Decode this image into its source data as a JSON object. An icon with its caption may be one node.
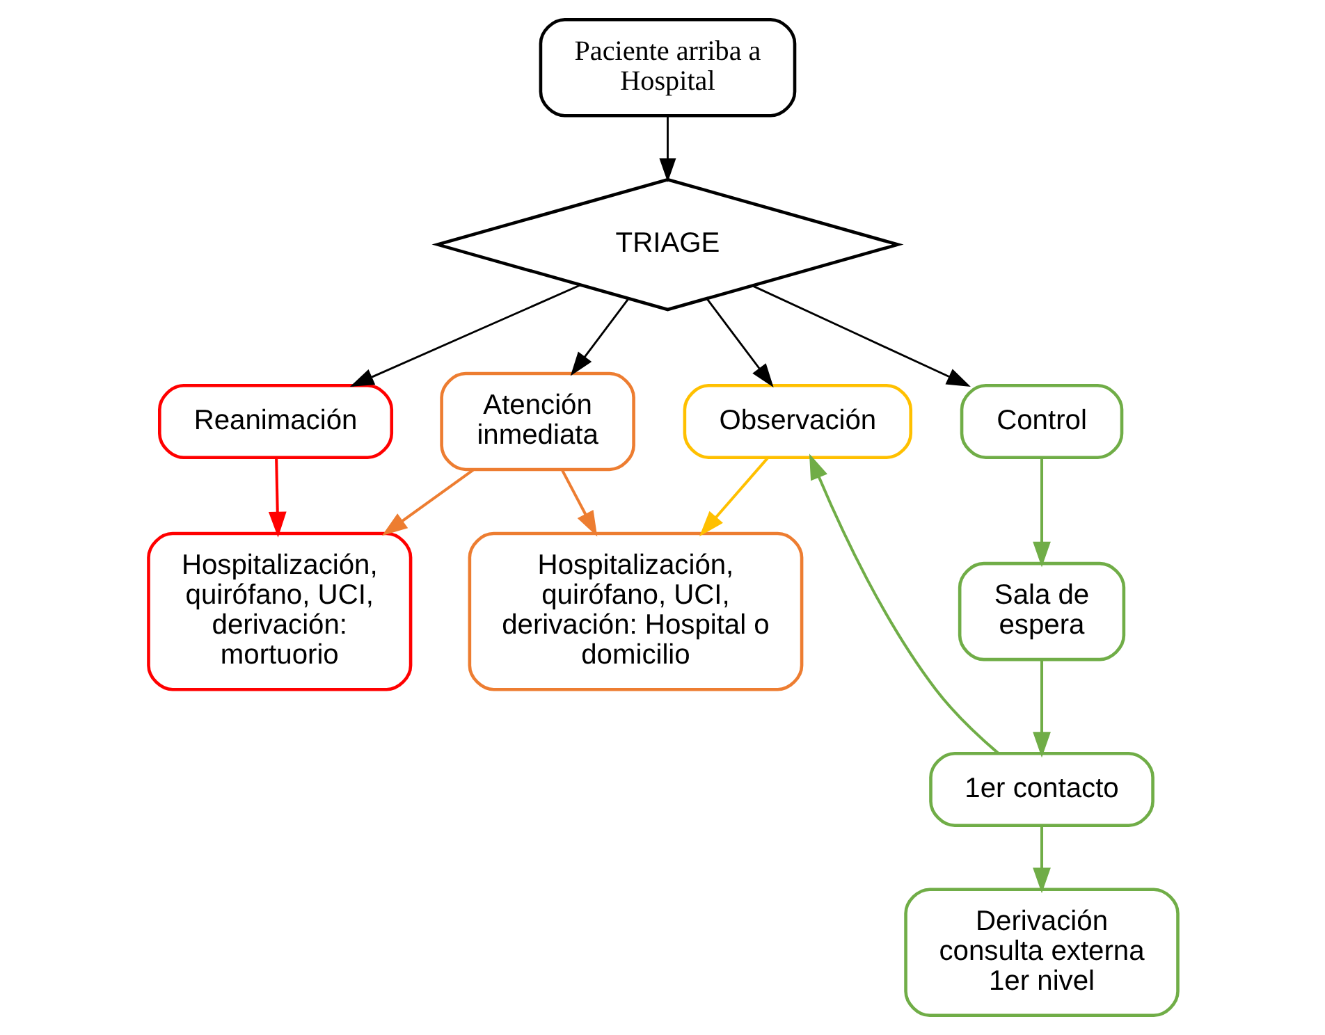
{
  "diagram": {
    "nodes": [
      {
        "text": [
          "Paciente arriba a Hospital"
        ]
      },
      {
        "text": [
          "TRIAGE"
        ]
      },
      {
        "text": [
          "Reanimación"
        ]
      },
      {
        "text": [
          "Atención inmediata"
        ]
      },
      {
        "text": [
          "Observación"
        ]
      },
      {
        "text": [
          "Control"
        ]
      },
      {
        "text": [
          "Hospitalización, quirófano, UCI, derivación: mortuorio"
        ]
      },
      {
        "text": [
          "Hospitalización, quirófano, UCI, derivación: Hospital o domicilio"
        ]
      },
      {
        "text": [
          "Sala de espera"
        ]
      },
      {
        "text": [
          "1er contacto"
        ]
      },
      {
        "text": [
          "Derivación consulta externa 1er nivel"
        ]
      }
    ],
    "edges": [
      {
        "from": 0,
        "to": 1,
        "arrow": "to"
      },
      {
        "from": 1,
        "to": 2,
        "arrow": "to"
      },
      {
        "from": 1,
        "to": 3,
        "arrow": "to"
      },
      {
        "from": 1,
        "to": 4,
        "arrow": "to"
      },
      {
        "from": 1,
        "to": 5,
        "arrow": "to"
      },
      {
        "from": 2,
        "to": 6,
        "arrow": "to",
        "color": "#ff0000"
      },
      {
        "from": 3,
        "to": 6,
        "arrow": "to",
        "color": "#ed7d31"
      },
      {
        "from": 3,
        "to": 7,
        "arrow": "to",
        "color": "#ed7d31"
      },
      {
        "from": 4,
        "to": 7,
        "arrow": "to",
        "color": "#ffc000"
      },
      {
        "from": 5,
        "to": 8,
        "arrow": "to",
        "color": "#70ad47"
      },
      {
        "from": 8,
        "to": 9,
        "arrow": "to",
        "color": "#70ad47"
      },
      {
        "from": 9,
        "to": 4,
        "arrow": "to",
        "color": "#70ad47"
      },
      {
        "from": 9,
        "to": 10,
        "arrow": "to",
        "color": "#70ad47"
      }
    ]
  }
}
